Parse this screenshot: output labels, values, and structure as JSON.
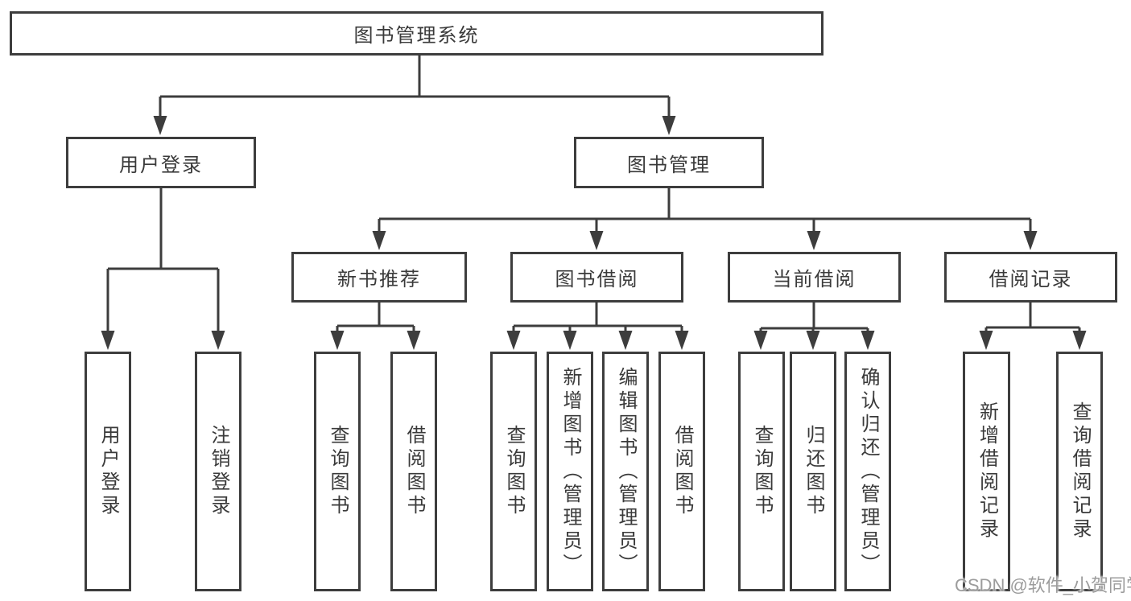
{
  "tree": {
    "root": {
      "label": "图书管理系统"
    },
    "user_login_branch": {
      "label": "用户登录",
      "children": [
        {
          "label": "用户登录"
        },
        {
          "label": "注销登录"
        }
      ]
    },
    "book_mgmt_branch": {
      "label": "图书管理",
      "sections": [
        {
          "label": "新书推荐",
          "children": [
            {
              "label": "查询图书"
            },
            {
              "label": "借阅图书"
            }
          ]
        },
        {
          "label": "图书借阅",
          "children": [
            {
              "label": "查询图书"
            },
            {
              "label": "新增图书（管理员）"
            },
            {
              "label": "编辑图书（管理员）"
            },
            {
              "label": "借阅图书"
            }
          ]
        },
        {
          "label": "当前借阅",
          "children": [
            {
              "label": "查询图书"
            },
            {
              "label": "归还图书"
            },
            {
              "label": "确认归还（管理员）"
            }
          ]
        },
        {
          "label": "借阅记录",
          "children": [
            {
              "label": "新增借阅记录"
            },
            {
              "label": "查询借阅记录"
            }
          ]
        }
      ]
    }
  },
  "watermark": {
    "text": "CSDN @软件_小贺同学"
  },
  "colors": {
    "line": "#3d3d3d",
    "box_border": "#3d3d3d",
    "text": "#3a3a3a",
    "watermark": "#9c9c9c",
    "background": "#ffffff"
  }
}
